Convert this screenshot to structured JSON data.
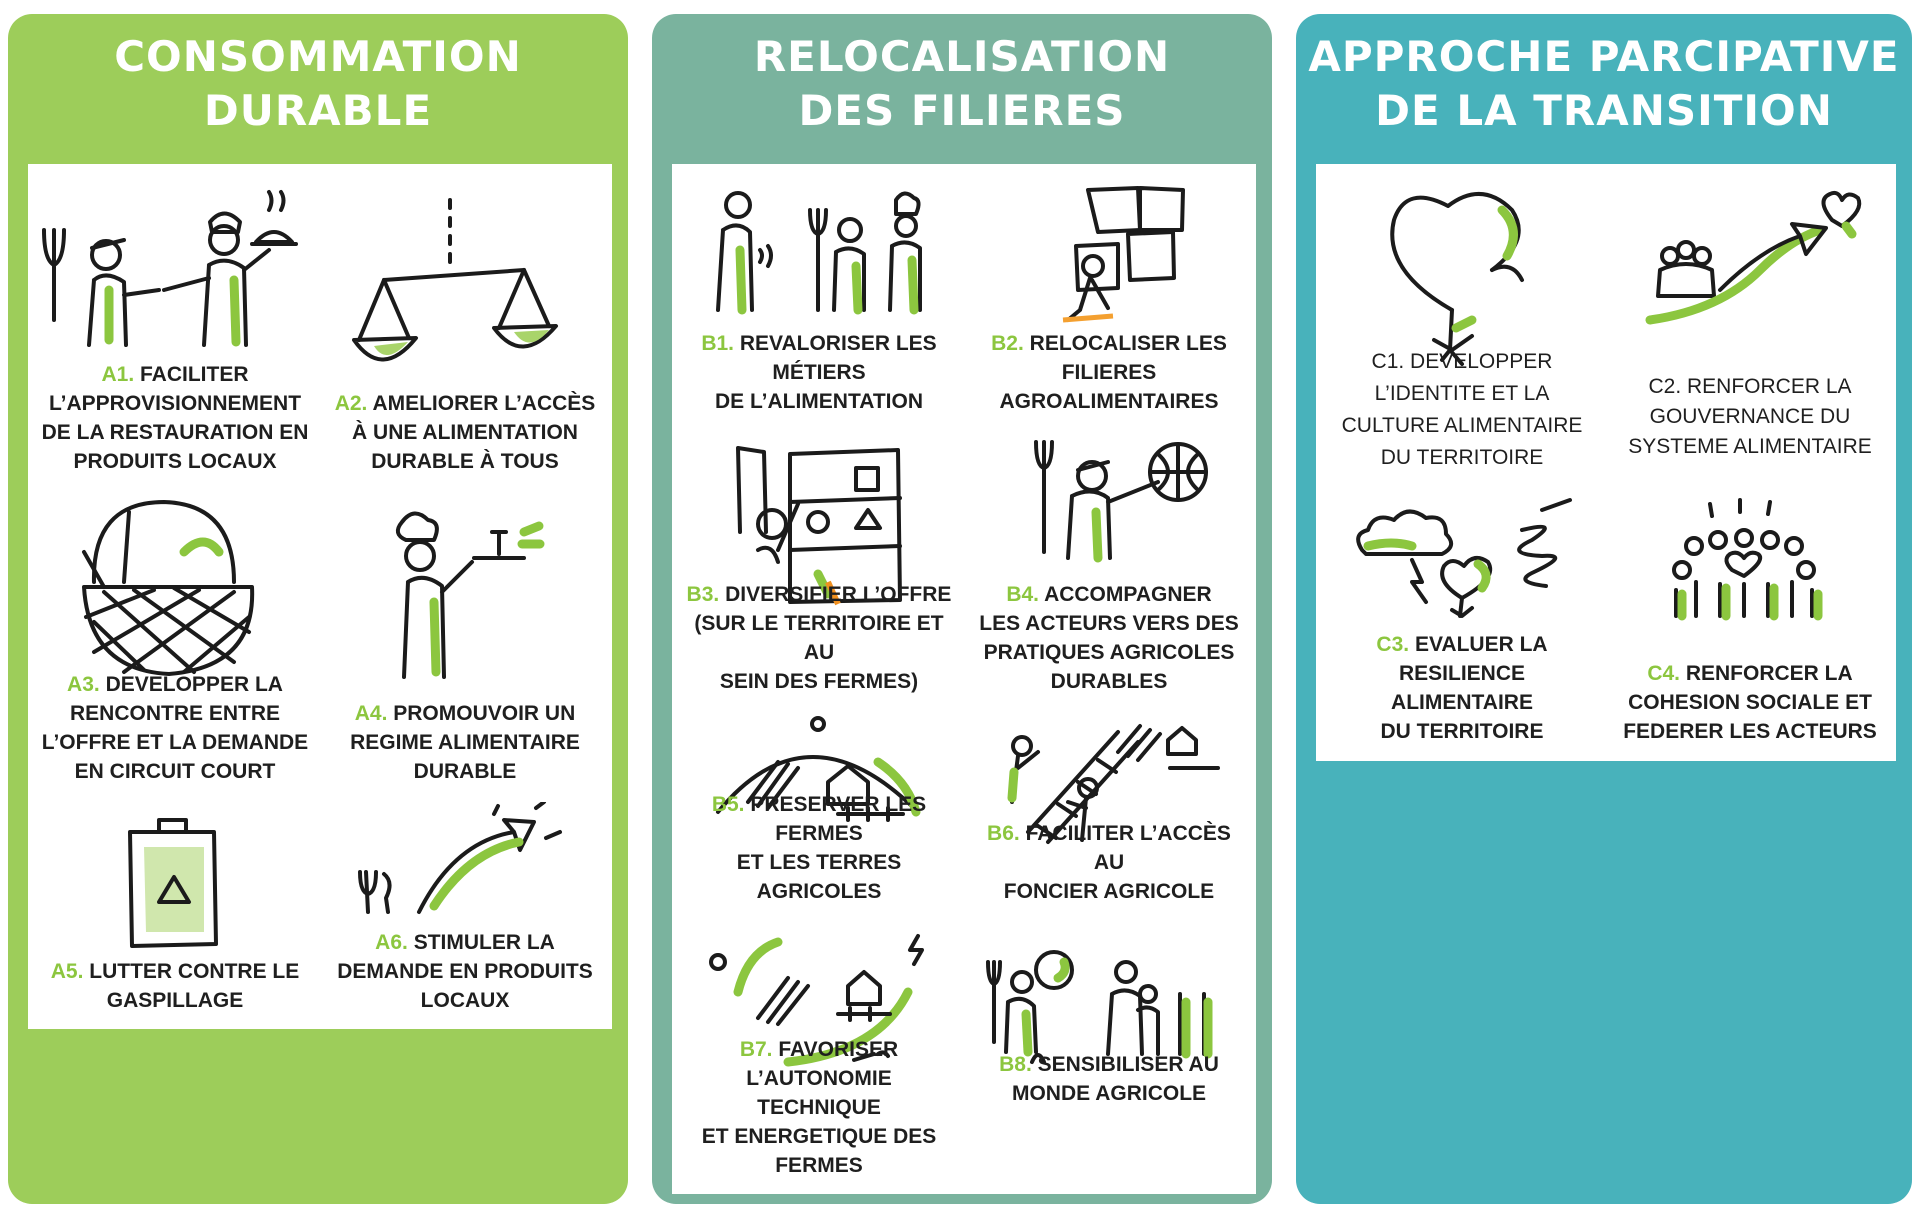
{
  "colors": {
    "consommation": "#9dcd5a",
    "relocalisation": "#7ab39e",
    "approche": "#48b2bb",
    "accent": "#8cc63f",
    "ink": "#1b1b1b",
    "text": "#1f1f1f"
  },
  "columns": [
    {
      "key": "consommation",
      "title": "CONSOMMATION\nDURABLE",
      "cards": [
        {
          "code": "A1.",
          "lines": [
            "FACILITER",
            "L’APPROVISIONNEMENT",
            "DE LA RESTAURATION EN",
            "PRODUITS LOCAUX"
          ],
          "icon": "farmer-chef-handshake-icon"
        },
        {
          "code": "A2.",
          "lines": [
            "AMELIORER L’ACCÈS",
            "À UNE ALIMENTATION",
            "DURABLE À TOUS"
          ],
          "icon": "balance-scale-icon"
        },
        {
          "code": "A3.",
          "lines": [
            "DEVELOPPER LA",
            "RENCONTRE ENTRE",
            "L’OFFRE ET LA DEMANDE",
            "EN CIRCUIT COURT"
          ],
          "icon": "basket-icon"
        },
        {
          "code": "A4.",
          "lines": [
            "PROMOUVOIR UN",
            "REGIME ALIMENTAIRE",
            "DURABLE"
          ],
          "icon": "chef-serving-icon"
        },
        {
          "code": "A5.",
          "lines": [
            "LUTTER CONTRE LE",
            "GASPILLAGE"
          ],
          "icon": "recycle-bag-icon"
        },
        {
          "code": "A6.",
          "lines": [
            "STIMULER LA",
            "DEMANDE EN PRODUITS",
            "LOCAUX"
          ],
          "icon": "growth-arrow-icon"
        }
      ]
    },
    {
      "key": "relocalisation",
      "title": "RELOCALISATION\nDES FILIERES",
      "cards": [
        {
          "code": "B1.",
          "lines": [
            "REVALORISER LES",
            "MÉTIERS",
            "DE L’ALIMENTATION"
          ],
          "icon": "food-workers-icon"
        },
        {
          "code": "B2.",
          "lines": [
            "RELOCALISER LES",
            "FILIERES",
            "AGROALIMENTAIRES"
          ],
          "icon": "puzzle-icon"
        },
        {
          "code": "B3.",
          "lines": [
            "DIVERSIFIER L’OFFRE",
            "(SUR LE TERRITOIRE ET AU",
            "SEIN DES FERMES)"
          ],
          "icon": "shelf-icon"
        },
        {
          "code": "B4.",
          "lines": [
            "ACCOMPAGNER",
            "LES ACTEURS VERS DES",
            "PRATIQUES AGRICOLES",
            "DURABLES"
          ],
          "icon": "farmer-globe-icon"
        },
        {
          "code": "B5.",
          "lines": [
            "PRESERVER LES",
            "FERMES",
            "ET LES TERRES AGRICOLES"
          ],
          "icon": "farm-dome-icon"
        },
        {
          "code": "B6.",
          "lines": [
            "FACILITER L’ACCÈS AU",
            "FONCIER AGRICOLE"
          ],
          "icon": "ladder-field-icon"
        },
        {
          "code": "B7.",
          "lines": [
            "FAVORISER",
            "L’AUTONOMIE TECHNIQUE",
            "ET ENERGETIQUE DES",
            "FERMES"
          ],
          "icon": "farm-cycle-icon"
        },
        {
          "code": "B8.",
          "lines": [
            "SENSIBILISER AU",
            "MONDE AGRICOLE"
          ],
          "icon": "information-people-icon"
        }
      ]
    },
    {
      "key": "approche",
      "title": "APPROCHE PARCIPATIVE\nDE LA TRANSITION",
      "cards": [
        {
          "code": "",
          "lines": [
            "C1. DEVELOPPER",
            "L’IDENTITE ET LA",
            "CULTURE ALIMENTAIRE",
            "DU TERRITOIRE"
          ],
          "icon": "heart-gift-icon"
        },
        {
          "code": "",
          "lines": [
            "C2. RENFORCER LA",
            "GOUVERNANCE DU",
            "SYSTEME ALIMENTAIRE"
          ],
          "icon": "group-arrow-heart-icon"
        },
        {
          "code": "C3.",
          "lines": [
            "EVALUER LA",
            "RESILIENCE ALIMENTAIRE",
            "DU TERRITOIRE"
          ],
          "icon": "storm-heart-icon"
        },
        {
          "code": "C4.",
          "lines": [
            "RENFORCER LA",
            "COHESION SOCIALE   ET",
            "FEDERER LES ACTEURS"
          ],
          "icon": "people-circle-icon"
        }
      ]
    }
  ]
}
